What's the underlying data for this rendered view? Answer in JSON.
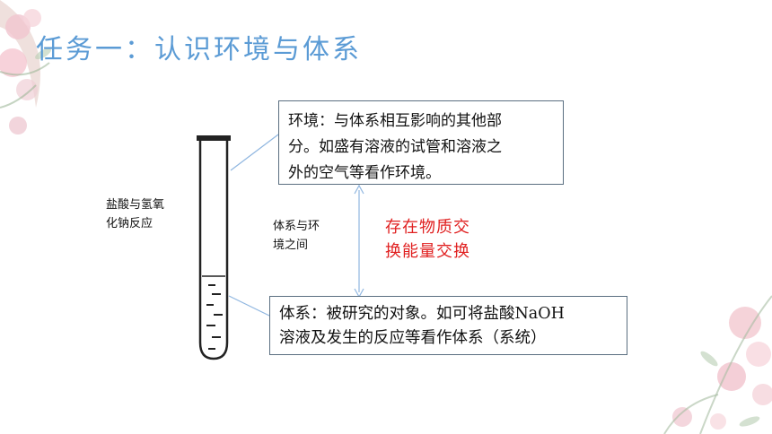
{
  "title": "任务一：认识环境与体系",
  "environment_box": {
    "line1": "环境：与体系相互影响的其他部",
    "line2": "分。如盛有溶液的试管和溶液之",
    "line3": "外的空气等看作环境。"
  },
  "system_box": {
    "line1": "体系：被研究的对象。如可将盐酸NaOH",
    "line2": "溶液及发生的反应等看作体系（系统）"
  },
  "reaction_label": {
    "line1": "盐酸与氢氧",
    "line2": "化钠反应"
  },
  "between_label": {
    "line1": "体系与环",
    "line2": "境之间"
  },
  "exchange_text": {
    "line1": "存在物质交",
    "line2": "换能量交换"
  },
  "colors": {
    "title": "#5b9bd5",
    "exchange": "#e02020",
    "connector": "#8fb6e0",
    "tube": "#222222"
  },
  "icons": [
    "test-tube-icon",
    "flower-decoration-top-left",
    "flower-decoration-bottom-right"
  ]
}
